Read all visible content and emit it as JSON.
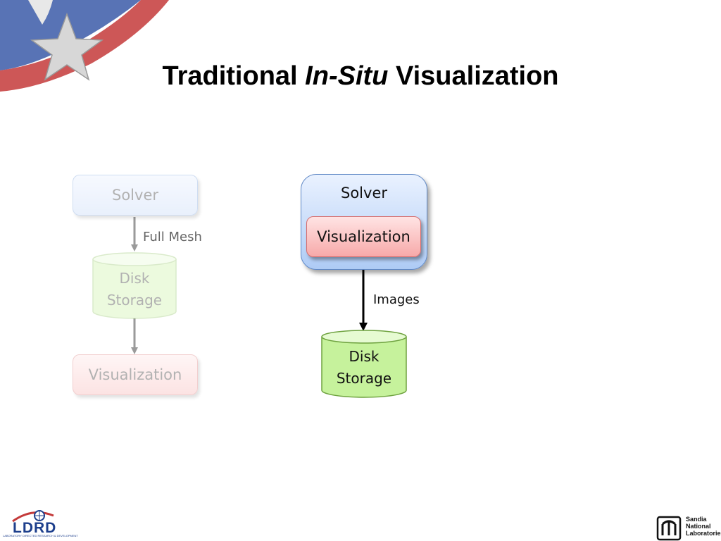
{
  "slide": {
    "title_prefix": "Traditional",
    "title_emphasis": "In-Situ",
    "title_suffix": "Visualization"
  },
  "left_pipeline": {
    "solver_label": "Solver",
    "edge1_label": "Full Mesh",
    "storage_line1": "Disk",
    "storage_line2": "Storage",
    "visualization_label": "Visualization"
  },
  "right_pipeline": {
    "solver_label": "Solver",
    "visualization_label": "Visualization",
    "edge_label": "Images",
    "storage_line1": "Disk",
    "storage_line2": "Storage"
  },
  "footer": {
    "left_logo_text": "LDRD",
    "left_logo_subtext": "LABORATORY DIRECTED RESEARCH & DEVELOPMENT",
    "right_logo_line1": "Sandia",
    "right_logo_line2": "National",
    "right_logo_line3": "Laboratories"
  },
  "colors": {
    "solver_blue": "#bcd2f7",
    "visualization_red": "#f7a9a9",
    "storage_green": "#c6f29c"
  }
}
